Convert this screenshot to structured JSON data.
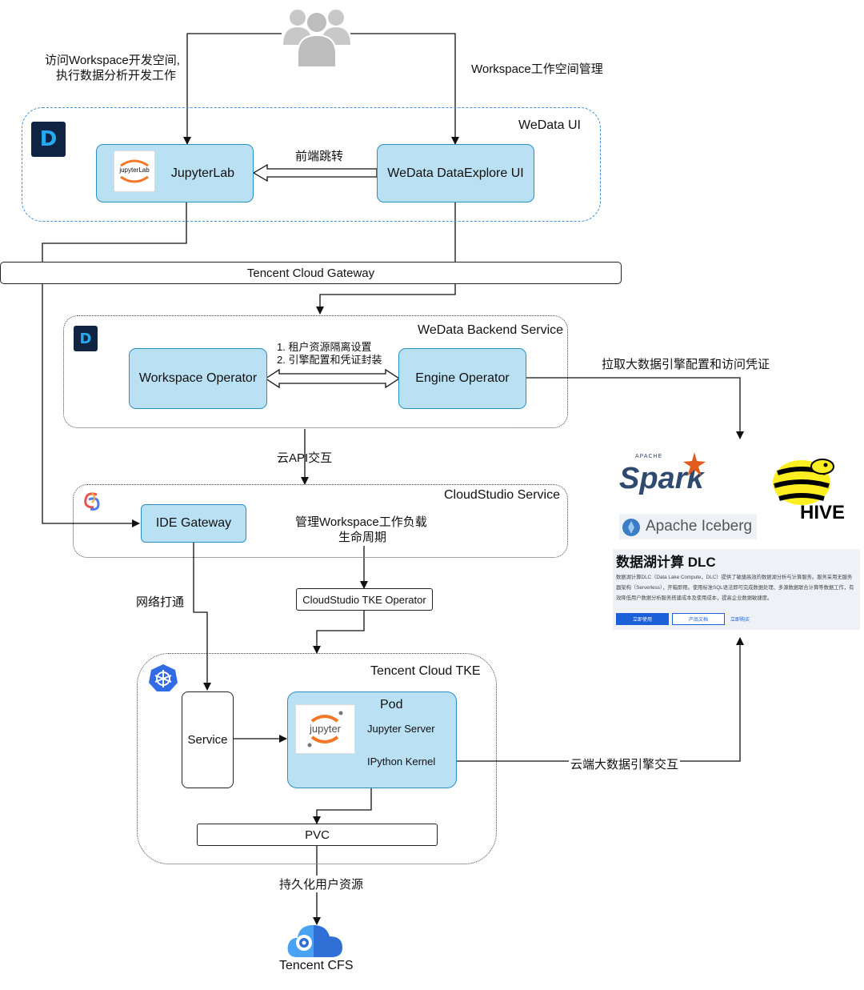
{
  "users": {
    "left_label_line1": "访问Workspace开发空间,",
    "left_label_line2": "执行数据分析开发工作",
    "right_label": "Workspace工作空间管理"
  },
  "wedata_ui": {
    "title": "WeData UI",
    "jupyterlab": "JupyterLab",
    "jupyterlab_logo_text": "jupyterLab",
    "dataexplore": "WeData DataExplore UI",
    "jump_label": "前端跳转"
  },
  "gateway": {
    "label": "Tencent Cloud Gateway"
  },
  "backend": {
    "title": "WeData Backend Service",
    "workspace_operator": "Workspace Operator",
    "engine_operator": "Engine Operator",
    "note_line1": "1. 租户资源隔离设置",
    "note_line2": "2. 引擎配置和凭证封装",
    "pull_label": "拉取大数据引擎配置和访问凭证"
  },
  "cloudapi_label": "云API交互",
  "cloudstudio": {
    "title": "CloudStudio Service",
    "ide_gateway": "IDE Gateway",
    "manage_line1": "管理Workspace工作负载",
    "manage_line2": "生命周期",
    "network_label": "网络打通",
    "tke_operator": "CloudStudio TKE Operator"
  },
  "tke": {
    "title": "Tencent Cloud TKE",
    "service": "Service",
    "pod": "Pod",
    "jupyter_logo_text": "jupyter",
    "jupyter_server": "Jupyter Server",
    "ipython_kernel": "IPython Kernel",
    "pvc": "PVC",
    "engine_interact_label": "云端大数据引擎交互"
  },
  "persist_label": "持久化用户资源",
  "cfs": {
    "label": "Tencent CFS"
  },
  "engines": {
    "spark_top": "APACHE",
    "spark": "Spark",
    "hive": "HIVE",
    "iceberg": "Apache Iceberg"
  },
  "dlc": {
    "title": "数据湖计算 DLC",
    "desc": "数据湖计算DLC（Data Lake Compute，DLC）提供了敏捷高效的数据湖分析与计算服务。服务采用无服务器架构（Serverless），开箱即用。使用标准SQL语法即可完成数据处理、多源数据联合计算等数据工作，有效降低用户数据分析服务搭建成本及使用成本，提高企业数据敏捷度。",
    "btn_primary": "立即使用",
    "btn_doc": "产品文档",
    "btn_buy": "立即购买"
  },
  "colors": {
    "box_fill": "#b9e0f3",
    "box_border": "#2c8fc2",
    "dashed_group": "#3d8fd6",
    "wedata_logo_bg": "#0f2442",
    "dlc_button": "#1b5fd9"
  }
}
